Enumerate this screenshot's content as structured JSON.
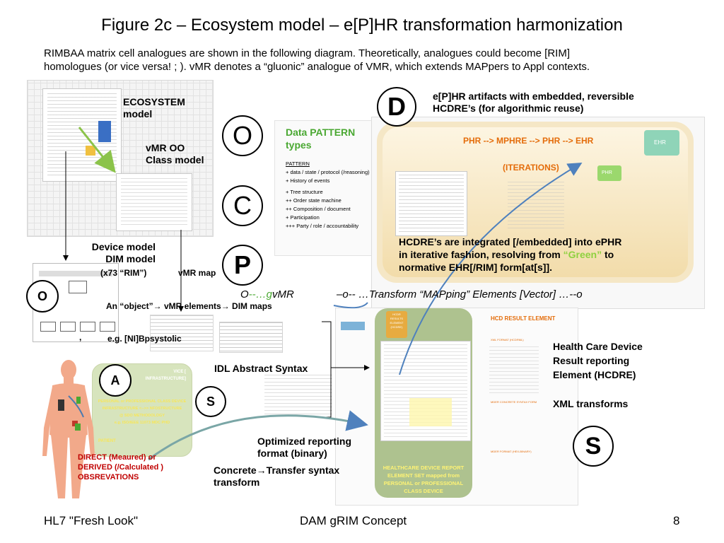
{
  "title": "Figure 2c – Ecosystem model – e[P]HR transformation harmonization",
  "intro": {
    "line1": "RIMBAA matrix cell analogues are shown in the following diagram.  Theoretically, analogues could become [RIM]",
    "line2": "homologues (or vice versa! ; ).  vMR denotes a “gluonic” analogue of VMR, which extends MAPpers to Appl contexts."
  },
  "labels": {
    "ecosystem_1": "ECOSYSTEM",
    "ecosystem_2": "model",
    "vmr_oo_1": "vMR OO",
    "vmr_oo_2": "Class model",
    "device_dim_1": "Device model",
    "device_dim_2": "DIM model",
    "x73_rim": "(x73 “RIM”)",
    "vmr_map": "vMR map",
    "object_chain": "An “object”→ vMR elements→ DIM maps",
    "nibp": "e.g. [NI]Bpsystolic",
    "idl": "IDL Abstract Syntax",
    "optimized_1": "Optimized reporting",
    "optimized_2": "format  (binary)",
    "concrete_1": "Concrete→Transfer syntax",
    "concrete_2": "transform",
    "direct_1": "DIRECT (Meaured)  or",
    "direct_2": "DERIVED (/Calculated )",
    "direct_3": "OBSREVATIONS",
    "ephr_1": "e[P]HR  artifacts with embedded, reversible",
    "ephr_2": "HCDRE’s (for algorithmic reuse)",
    "data_pattern_1": "Data PATTERN",
    "data_pattern_2": "types",
    "hcdre_int_1": "HCDRE’s are integrated [/embedded] into ePHR",
    "hcdre_int_2a": "in iterative fashion, resolving from ",
    "hcdre_int_green": "“Green”",
    "hcdre_int_2b": " to",
    "hcdre_int_3": "normative EHR[/RIM] form[at[s]].",
    "hcdre_def_1": "Health Care Device",
    "hcdre_def_2": "Result reporting",
    "hcdre_def_3": "Element (HCDRE)",
    "xml": "XML transforms",
    "ovmr_o": "O",
    "ovmr_dash": "--…",
    "ovmr_g": "g",
    "ovmr_vmr": "vMR",
    "transform_line": "–o-- …Transform “MAPping” Elements [Vector] …-‑o",
    "separator_comma": ","
  },
  "pattern_list": {
    "header": "PATTERN",
    "items": [
      "+ data / state / protocol (/reasoning)",
      "+ History of events",
      "+ Tree structure",
      "++ Order state machine",
      "++ Composition / document",
      "+ Participation",
      "+++ Party / role / accountability"
    ]
  },
  "circles": {
    "d": "D",
    "o_big": "O",
    "c": "C",
    "p": "P",
    "o_small": "O",
    "a": "A",
    "s_small": "S",
    "s_big": "S"
  },
  "ephr_panel": {
    "phr_chain": "PHR --> MPHRE --> PHR  --> EHR",
    "iterations": "(ITERATIONS)",
    "ehr": "EHR",
    "phr": "PHR"
  },
  "device_panel": {
    "vice": "VICE [",
    "infra": "INFRASTRUCTURE]",
    "line1": "PERSONAL or PROFESSIONAL CLASS DEVICE",
    "line2": "INFRASTRUCTURE <-->> NFOSTRUCTURE",
    "line3": "@ SDO METHODOLOGY",
    "line4": "e.g. ISO/IEEE 11073 MDC PHD",
    "patient": "PATIENT"
  },
  "hcd_panel": {
    "top": "HCDR RESULTS ELEMENT (HCDRE)",
    "bottom_1": "HEALTHCARE DEVICE REPORT",
    "bottom_2": "ELEMENT SET mapped from",
    "bottom_3": "PERSONAL or PROFESSIONAL",
    "bottom_4": "CLASS DEVICE"
  },
  "hcd_result": {
    "title": "HCD RESULT ELEMENT",
    "f1": "XML FORMAT (HCDRML)",
    "f2": "MDER CONCRETE SYNTAX FORM",
    "f3": "MDER FORMAT (HEX-BINARY)"
  },
  "footer": {
    "left": "HL7 \"Fresh Look\"",
    "center": "DAM gRIM Concept",
    "page": "8"
  },
  "colors": {
    "data_pattern_green": "#4aa832",
    "green_highlight": "#8fd13f",
    "direct_red": "#c00000",
    "phr_orange": "#e46c0a",
    "arrow_teal": "#4f81bd"
  }
}
